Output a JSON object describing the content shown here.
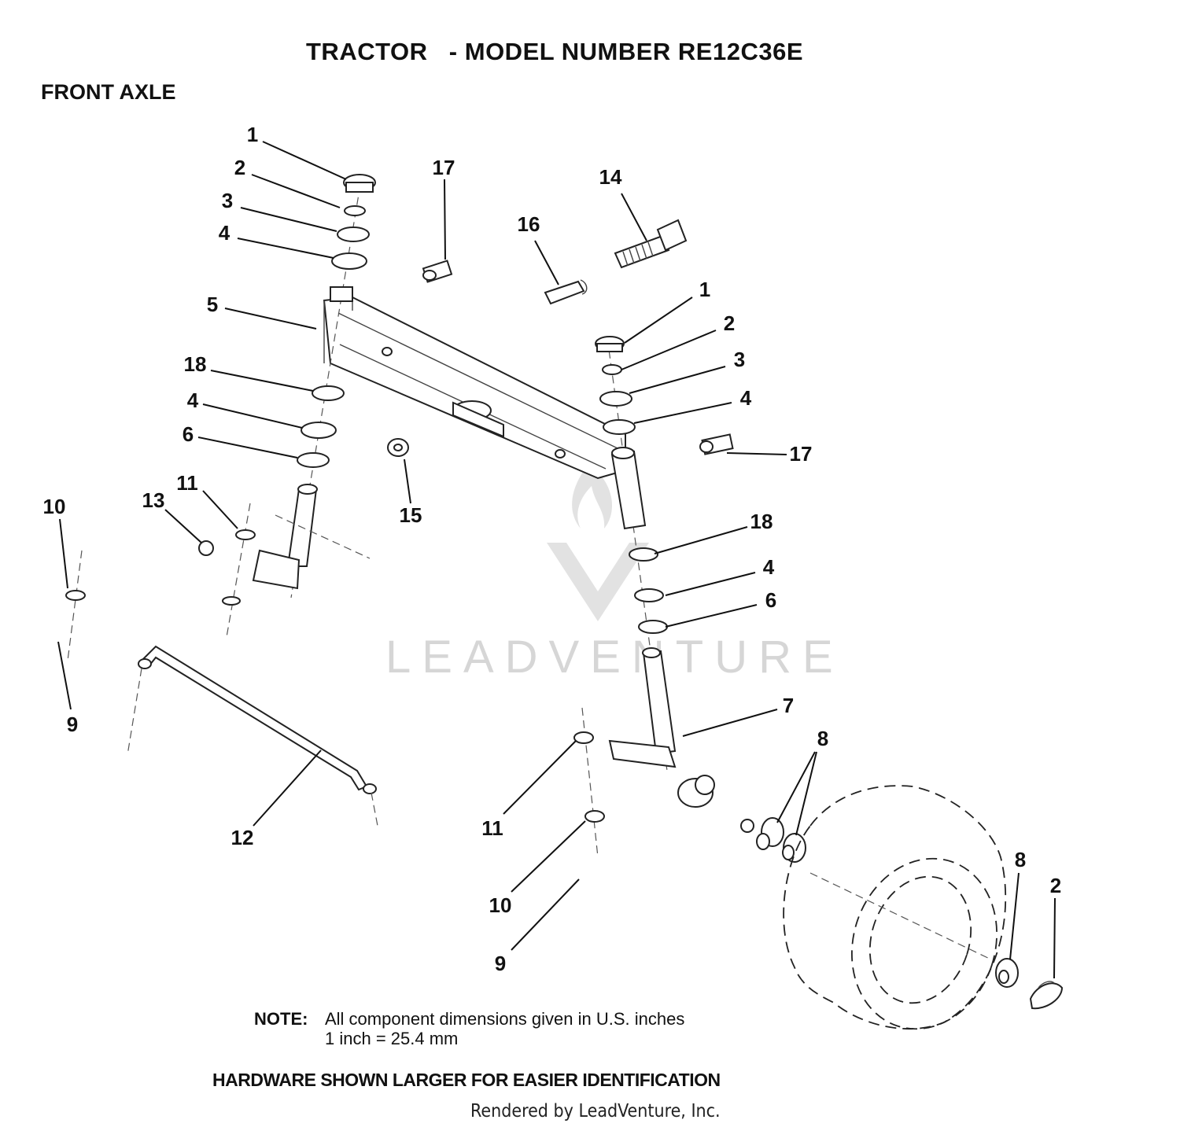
{
  "header": {
    "title": "TRACTOR   - MODEL NUMBER RE12C36E",
    "section": "FRONT AXLE"
  },
  "callouts": [
    {
      "label": "1",
      "part": "cap"
    },
    {
      "label": "2",
      "part": "clip"
    },
    {
      "label": "3",
      "part": "washer"
    },
    {
      "label": "4",
      "part": "washer"
    },
    {
      "label": "5",
      "part": "axle"
    },
    {
      "label": "18",
      "part": "bushing"
    },
    {
      "label": "4",
      "part": "washer"
    },
    {
      "label": "6",
      "part": "washer"
    },
    {
      "label": "17",
      "part": "fitting"
    },
    {
      "label": "16",
      "part": "pin"
    },
    {
      "label": "14",
      "part": "bolt"
    },
    {
      "label": "1",
      "part": "cap"
    },
    {
      "label": "2",
      "part": "clip"
    },
    {
      "label": "3",
      "part": "washer"
    },
    {
      "label": "4",
      "part": "washer"
    },
    {
      "label": "17",
      "part": "fitting"
    },
    {
      "label": "15",
      "part": "nut"
    },
    {
      "label": "18",
      "part": "bushing"
    },
    {
      "label": "4",
      "part": "washer"
    },
    {
      "label": "6",
      "part": "washer"
    },
    {
      "label": "10",
      "part": "spacer"
    },
    {
      "label": "13",
      "part": "bushing"
    },
    {
      "label": "11",
      "part": "spacer"
    },
    {
      "label": "9",
      "part": "pin"
    },
    {
      "label": "12",
      "part": "drag-link"
    },
    {
      "label": "7",
      "part": "spindle"
    },
    {
      "label": "8",
      "part": "bearing"
    },
    {
      "label": "11",
      "part": "spacer"
    },
    {
      "label": "10",
      "part": "spacer"
    },
    {
      "label": "9",
      "part": "pin"
    },
    {
      "label": "8",
      "part": "bearing"
    },
    {
      "label": "2",
      "part": "clip"
    }
  ],
  "note": {
    "label": "NOTE:",
    "line1": "All component dimensions given in U.S. inches",
    "line2": "1 inch = 25.4 mm"
  },
  "hardware_note": "HARDWARE SHOWN LARGER FOR EASIER IDENTIFICATION",
  "rendered_by": "Rendered by LeadVenture, Inc.",
  "watermark": {
    "text": "LEADVENTURE"
  }
}
